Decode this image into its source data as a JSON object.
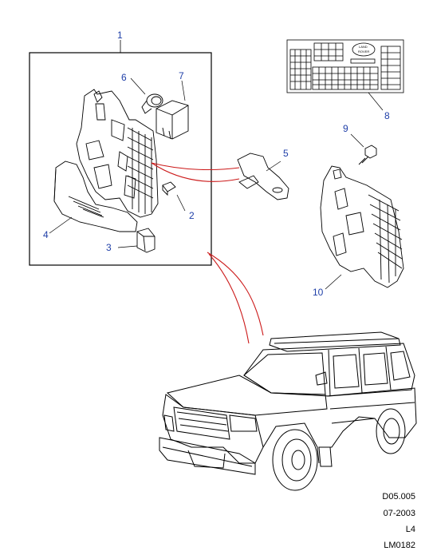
{
  "callouts": [
    {
      "id": "1",
      "text": "1"
    },
    {
      "id": "2",
      "text": "2"
    },
    {
      "id": "3",
      "text": "3"
    },
    {
      "id": "4",
      "text": "4"
    },
    {
      "id": "5",
      "text": "5"
    },
    {
      "id": "6",
      "text": "6"
    },
    {
      "id": "7",
      "text": "7"
    },
    {
      "id": "8",
      "text": "8"
    },
    {
      "id": "9",
      "text": "9"
    },
    {
      "id": "10",
      "text": "10"
    }
  ],
  "label_card": {
    "logo_line1": "LAND",
    "logo_line2": "ROVER"
  },
  "reference": {
    "code": "D05.005",
    "date": "07-2003",
    "level": "L4",
    "drawing": "LM0182"
  },
  "colors": {
    "line": "#000000",
    "callout_text": "#1f3fa8",
    "leader_red": "#cc1a1a"
  }
}
